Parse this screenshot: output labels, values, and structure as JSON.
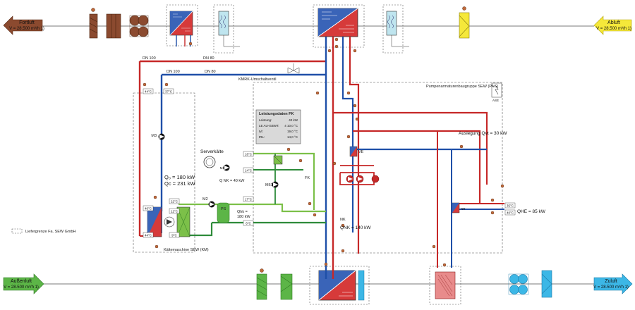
{
  "air": {
    "fortluft": {
      "title": "Fortluft",
      "volume": "V = 28.500 m³/h 1)",
      "color": "#8b4a2f"
    },
    "abluft": {
      "title": "Abluft",
      "volume": "V = 28.500 m³/h 1)",
      "color": "#f5e83a"
    },
    "aussenluft": {
      "title": "Außenluft",
      "volume": "V = 28.500 m³/h 1)",
      "color": "#5cb547"
    },
    "zuluft": {
      "title": "Zuluft",
      "volume": "V = 28.500 m³/h 1)",
      "color": "#3cb7e6"
    }
  },
  "pipes": {
    "dn100_a": "DN 100",
    "dn80_a": "DN 80",
    "dn100_b": "DN 100",
    "dn80_b": "DN 80"
  },
  "valve_label": "KMRK-Umschaltventil",
  "groups": {
    "km": "Kältemaschine SEW (KM)",
    "pag": "Pumpenarmaturenbaugruppe SEW (PAG)",
    "ase": "ASE"
  },
  "info_box": {
    "title": "Leistungsdaten FK",
    "rows": [
      {
        "label": "Leistung:",
        "value": "40 kW"
      },
      {
        "label": "LE AU-GBWT:",
        "value": "4  10,0 °C"
      },
      {
        "label": "tvl:",
        "value": "19,0 °C"
      },
      {
        "label": "tRL:",
        "value": "14,0 °C"
      }
    ]
  },
  "labels": {
    "serverkaelte": "Serverkälte",
    "q_nk": "Q NK = 40 kW",
    "q0": "Q₀ = 180 kW",
    "qc": "Qc = 231 kW",
    "qhk": "Qhk =",
    "qhk_val": "180 kW",
    "qnk140": "QNK = 140 kW",
    "nk": "NK",
    "fk": "FK",
    "auslegung": "Auslegung Qvt = 30 kW",
    "qhe": "QHE = 85 kW",
    "legend": "Liefergrenze  Fa. SEW GmbH",
    "m1": "M1",
    "m2": "M2",
    "m3": "M3",
    "m61": "M61",
    "ps": "PS",
    "ve": "VE",
    "nr": "NR"
  },
  "temps": {
    "t44_top": "44°C",
    "t37": "37°C",
    "t16": "16°C",
    "t14": "14°C",
    "t17": "17°C",
    "t6": "6°C",
    "t22": "22°C",
    "t12": "12°C",
    "t40": "40°C",
    "t44": "44°C",
    "t9": "9°C",
    "tr35": "35°C",
    "tr40": "40°C"
  }
}
